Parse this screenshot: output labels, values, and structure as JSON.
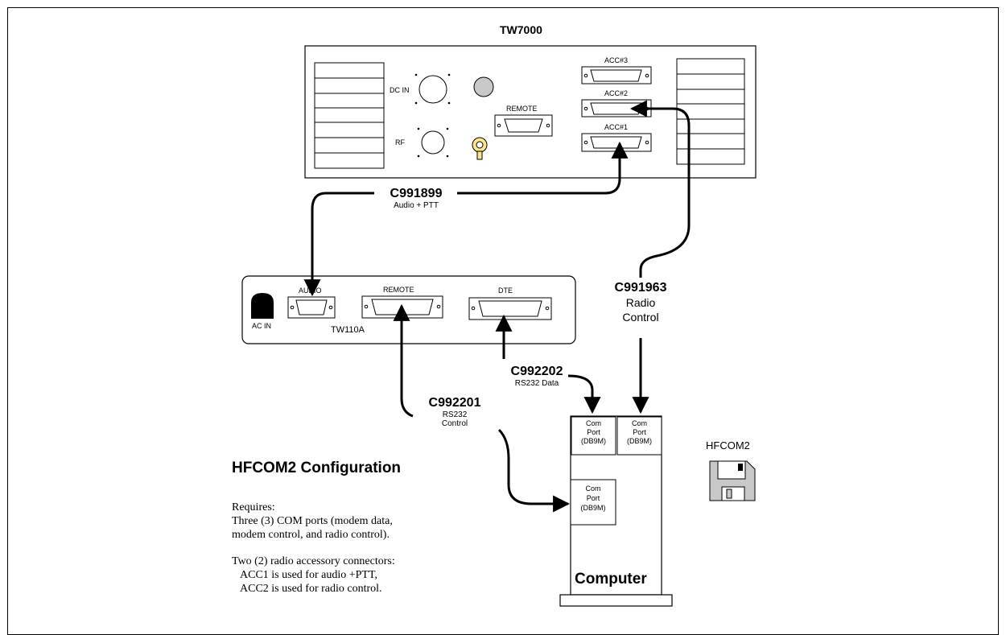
{
  "radio": {
    "title": "TW7000",
    "ports": {
      "dc_in": "DC IN",
      "rf": "RF",
      "remote": "REMOTE",
      "acc3": "ACC#3",
      "acc2": "ACC#2",
      "acc1": "ACC#1"
    }
  },
  "modem": {
    "name": "TW110A",
    "ports": {
      "ac_in": "AC IN",
      "audio": "AUDIO",
      "remote": "REMOTE",
      "dte": "DTE"
    }
  },
  "cables": {
    "c991899": {
      "id": "C991899",
      "desc": "Audio + PTT"
    },
    "c991963": {
      "id": "C991963",
      "desc_line1": "Radio",
      "desc_line2": "Control"
    },
    "c992202": {
      "id": "C992202",
      "desc": "RS232 Data"
    },
    "c992201": {
      "id": "C992201",
      "desc_line1": "RS232",
      "desc_line2": "Control"
    }
  },
  "computer": {
    "label": "Computer",
    "com_port_lines": [
      "Com",
      "Port",
      "(DB9M)"
    ]
  },
  "software": {
    "label": "HFCOM2"
  },
  "config": {
    "heading": "HFCOM2 Configuration",
    "requires": "Requires:",
    "com_line1": "Three (3) COM ports (modem data,",
    "com_line2": "modem control, and radio control).",
    "acc_line1": "Two (2) radio accessory connectors:",
    "acc_line2": "ACC1 is used for audio +PTT,",
    "acc_line3": "ACC2 is used for radio control."
  }
}
